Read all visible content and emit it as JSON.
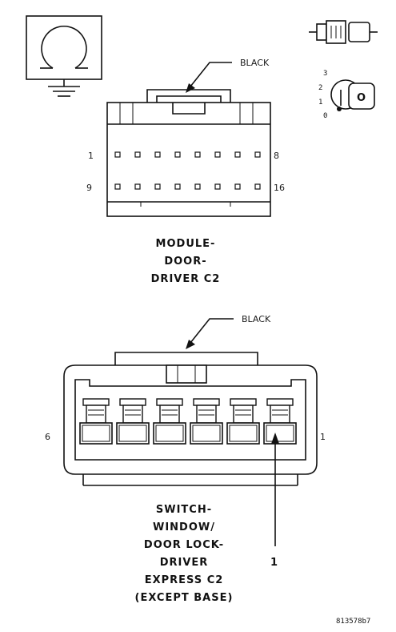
{
  "connector_top": {
    "color_label": "BLACK",
    "pin_start_top": "1",
    "pin_end_top": "8",
    "pin_start_bottom": "9",
    "pin_end_bottom": "16",
    "name_lines": [
      "MODULE-",
      "DOOR-",
      "DRIVER C2"
    ]
  },
  "connector_bottom": {
    "color_label": "BLACK",
    "pin_left": "6",
    "pin_right": "1",
    "callout": "1",
    "name_lines": [
      "SWITCH-",
      "WINDOW/",
      "DOOR LOCK-",
      "DRIVER",
      "EXPRESS C2",
      "(EXCEPT BASE)"
    ]
  },
  "ignition": {
    "positions": [
      "3",
      "2",
      "1",
      "0"
    ],
    "key_text": "O"
  },
  "figure_id": "813578b7"
}
